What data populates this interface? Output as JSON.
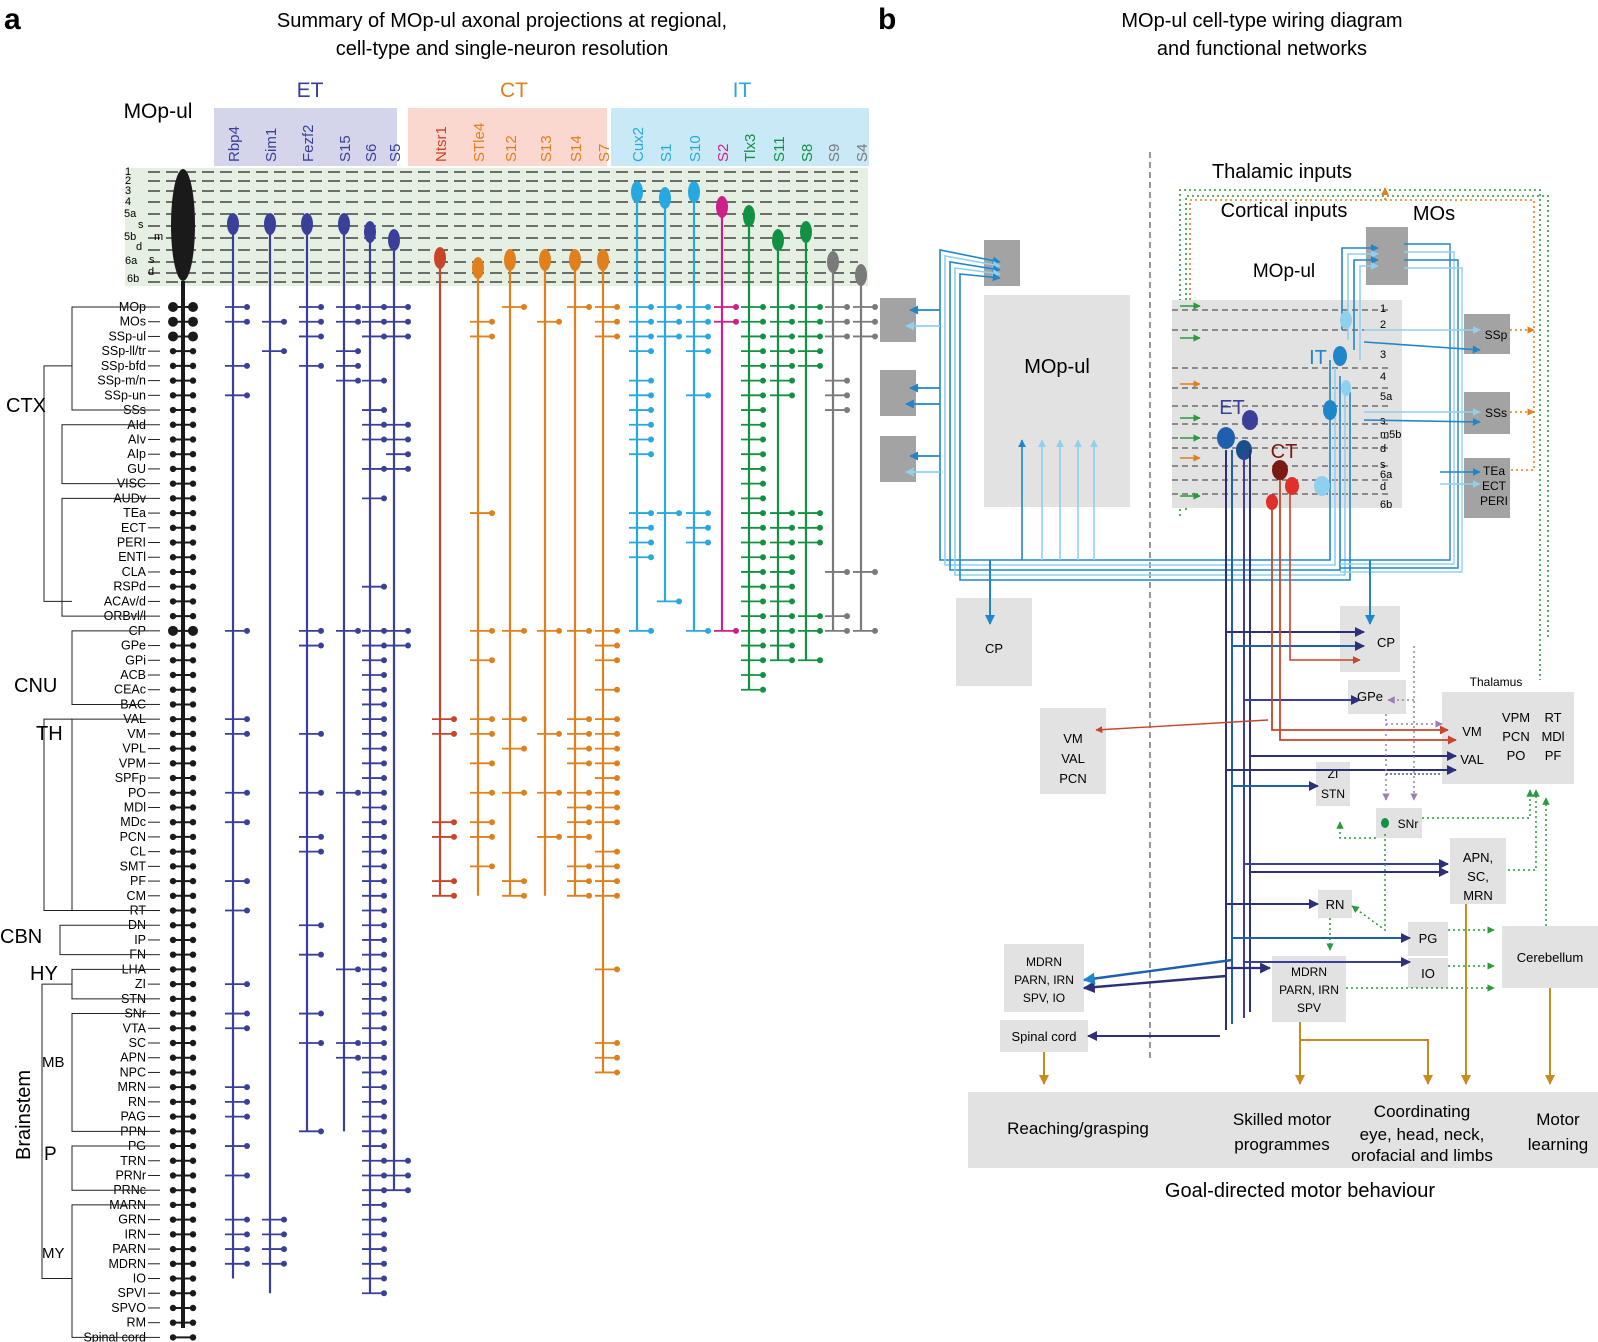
{
  "panel_a": {
    "letter": "a",
    "title_line1": "Summary of MOp-ul axonal projections at regional,",
    "title_line2": "cell-type and single-neuron resolution",
    "source_label": "MOp-ul",
    "groups": [
      {
        "label": "ET",
        "color": "#3a3f9a",
        "bg": "#d4d5ea"
      },
      {
        "label": "CT",
        "color": "#e0801c",
        "bg": "#fad8cf"
      },
      {
        "label": "IT",
        "color": "#27a8e0",
        "bg": "#c9e9f7"
      }
    ],
    "columns": [
      {
        "label": "Rbp4",
        "color": "#3a3f9a"
      },
      {
        "label": "Sim1",
        "color": "#3a3f9a"
      },
      {
        "label": "Fezf2",
        "color": "#3a3f9a"
      },
      {
        "label": "S15",
        "color": "#3a3f9a"
      },
      {
        "label": "S6",
        "color": "#3a3f9a"
      },
      {
        "label": "S5",
        "color": "#3a3f9a"
      },
      {
        "label": "Ntsr1",
        "color": "#c8442a"
      },
      {
        "label": "STle4",
        "color": "#e0801c"
      },
      {
        "label": "S12",
        "color": "#e0801c"
      },
      {
        "label": "S13",
        "color": "#e0801c"
      },
      {
        "label": "S14",
        "color": "#e0801c"
      },
      {
        "label": "S7",
        "color": "#e0801c"
      },
      {
        "label": "Cux2",
        "color": "#27a8e0"
      },
      {
        "label": "S1",
        "color": "#27a8e0"
      },
      {
        "label": "S10",
        "color": "#27a8e0"
      },
      {
        "label": "S2",
        "color": "#cc1f8a"
      },
      {
        "label": "Tlx3",
        "color": "#139143"
      },
      {
        "label": "S11",
        "color": "#139143"
      },
      {
        "label": "S8",
        "color": "#139143"
      },
      {
        "label": "S9",
        "color": "#7a7a7a"
      },
      {
        "label": "S4",
        "color": "#7a7a7a"
      }
    ],
    "layers": [
      "1",
      "2",
      "3",
      "4",
      "5a",
      "s",
      "5b",
      "m",
      "d",
      "6a",
      "s",
      "6b",
      "d"
    ],
    "regions": [
      "MOp",
      "MOs",
      "SSp-ul",
      "SSp-ll/tr",
      "SSp-bfd",
      "SSp-m/n",
      "SSp-un",
      "SSs",
      "AId",
      "AIv",
      "AIp",
      "GU",
      "VISC",
      "AUDv",
      "TEa",
      "ECT",
      "PERI",
      "ENTl",
      "CLA",
      "RSPd",
      "ACAv/d",
      "ORBvl/l",
      "CP",
      "GPe",
      "GPi",
      "ACB",
      "CEAc",
      "BAC",
      "VAL",
      "VM",
      "VPL",
      "VPM",
      "SPFp",
      "PO",
      "MDl",
      "MDc",
      "PCN",
      "CL",
      "SMT",
      "PF",
      "CM",
      "RT",
      "DN",
      "IP",
      "FN",
      "LHA",
      "ZI",
      "STN",
      "SNr",
      "VTA",
      "SC",
      "APN",
      "NPC",
      "MRN",
      "RN",
      "PAG",
      "PPN",
      "PG",
      "TRN",
      "PRNr",
      "PRNc",
      "MARN",
      "GRN",
      "IRN",
      "PARN",
      "MDRN",
      "IO",
      "SPVI",
      "SPVO",
      "RM",
      "Spinal cord"
    ],
    "region_groups": [
      "CTX",
      "CNU",
      "TH",
      "CBN",
      "HY",
      "Brainstem",
      "MB",
      "P",
      "MY"
    ]
  },
  "panel_b": {
    "letter": "b",
    "title_line1": "MOp-ul cell-type wiring diagram",
    "title_line2": "and functional networks",
    "thalamic_inputs": "Thalamic inputs",
    "cortical_inputs": "Cortical inputs",
    "mos": "MOs",
    "mopul": "MOp-ul",
    "mopul_box": "MOp-ul",
    "it": "IT",
    "et": "ET",
    "ct": "CT",
    "layers": [
      "1",
      "2",
      "3",
      "4",
      "5a",
      "s",
      "m5b",
      "d",
      "s",
      "6a",
      "d",
      "6b"
    ],
    "ssp": "SSp",
    "sss": "SSs",
    "tea": [
      "TEa",
      "ECT",
      "PERI"
    ],
    "cp_left": "CP",
    "cp": "CP",
    "gpe": "GPe",
    "thalamus": "Thalamus",
    "thal_vm": "VM",
    "thal_val": "VAL",
    "thal_group1": [
      "VPM",
      "PCN",
      "PO"
    ],
    "thal_group2": [
      "RT",
      "MDl",
      "PF"
    ],
    "vm_box": [
      "VM",
      "VAL",
      "PCN"
    ],
    "zi_stn": [
      "ZI",
      "STN"
    ],
    "snr": "SNr",
    "apn": [
      "APN,",
      "SC,",
      "MRN"
    ],
    "rn": "RN",
    "pg": "PG",
    "io": "IO",
    "cerebellum": "Cerebellum",
    "mdrn_left": [
      "MDRN",
      "PARN, IRN",
      "SPV, IO"
    ],
    "mdrn_right": [
      "MDRN",
      "PARN, IRN",
      "SPV"
    ],
    "spinal_cord": "Spinal cord",
    "behaviours": [
      [
        "Reaching/grasping"
      ],
      [
        "Skilled motor",
        "programmes"
      ],
      [
        "Coordinating",
        "eye, head, neck,",
        "orofacial and limbs"
      ],
      [
        "Motor",
        "learning"
      ]
    ],
    "footer": "Goal-directed motor behaviour"
  },
  "colors": {
    "et": "#3a3f9a",
    "ct": "#e0801c",
    "ct_red": "#c8442a",
    "it_blue": "#27a8e0",
    "it_light": "#8fd0f0",
    "it_green": "#139143",
    "magenta": "#cc1f8a",
    "grey": "#7a7a7a",
    "layer_bg": "#e5f0e2",
    "box_grey": "#e2e2e2",
    "box_dark": "#a3a3a3",
    "brown": "#c88b1e",
    "dashed_green": "#2a9a3c",
    "dashed_orange": "#e0801c",
    "dashed_purple": "#9a7fb5"
  }
}
